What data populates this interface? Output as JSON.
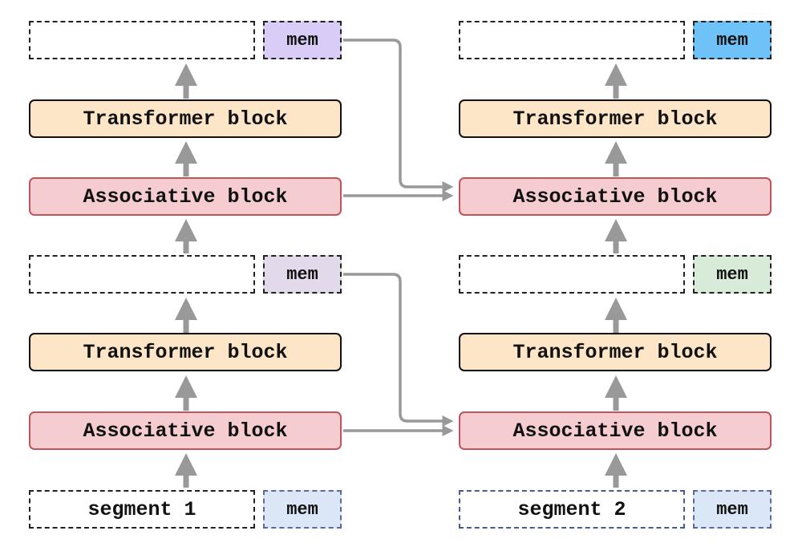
{
  "blocks": {
    "transformer_label": "Transformer block",
    "associative_label": "Associative block",
    "mem_label": "mem"
  },
  "segments": [
    {
      "label": "segment 1"
    },
    {
      "label": "segment 2"
    }
  ],
  "mem_colors": {
    "left_top": "#d9ccf7",
    "left_mid": "#e2d9ea",
    "left_bottom": "#dbe6f7",
    "right_top": "#6ec2f7",
    "right_mid": "#d8ead8",
    "right_bottom": "#dbe6f7"
  },
  "colors": {
    "transformer_fill": "#fde6c8",
    "associative_fill": "#f5cdd0",
    "associative_border": "#c0545a",
    "arrow": "#999999"
  }
}
